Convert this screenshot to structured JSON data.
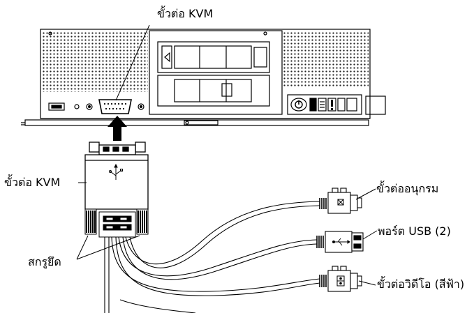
{
  "labels": {
    "top_kvm_connector": "ขั้วต่อ KVM",
    "cable_kvm_connector": "ขั้วต่อ KVM",
    "captive_screws": "สกรูยึด",
    "serial_connector": "ขั้วต่ออนุกรม",
    "usb_ports": "พอร์ต USB (2)",
    "video_connector": "ขั้วต่อวิดีโอ (สีฟ้า)"
  },
  "icons": {
    "usb_symbol": "usb-icon",
    "serial_symbol": "serial-port-icon",
    "video_symbol": "video-port-icon",
    "power_symbol": "power-button-icon",
    "arrow": "insert-arrow-icon"
  }
}
